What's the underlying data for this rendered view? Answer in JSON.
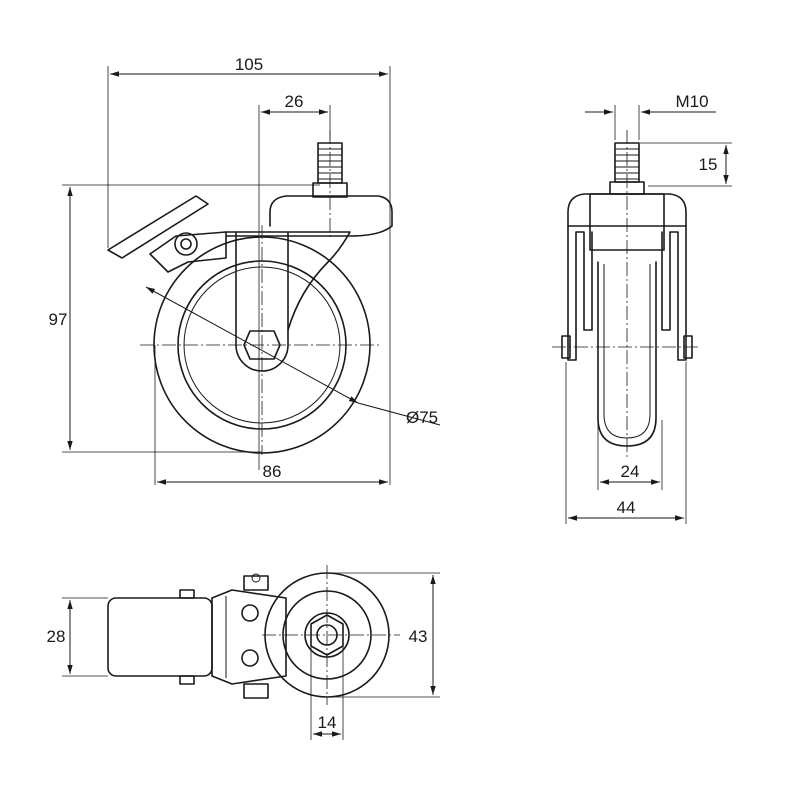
{
  "dimensions": {
    "overall_width": "105",
    "stem_offset": "26",
    "overall_height": "97",
    "wheel_diameter": "Ø75",
    "wheel_width": "86",
    "thread": "M10",
    "stem_length": "15",
    "tread_width": "24",
    "fork_width": "44",
    "plate_height": "28",
    "bottom_width": "43",
    "nut_width": "14"
  }
}
